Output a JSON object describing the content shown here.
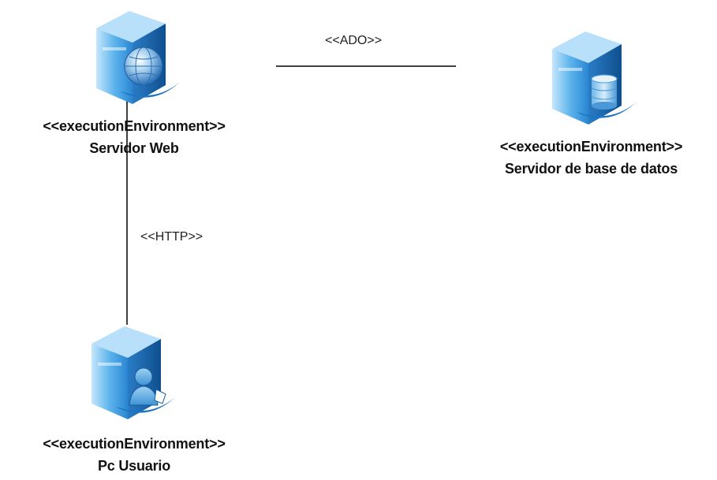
{
  "nodes": {
    "web_server": {
      "stereotype": "<<executionEnvironment>>",
      "name": "Servidor Web",
      "icon": "web-server-globe-icon"
    },
    "db_server": {
      "stereotype": "<<executionEnvironment>>",
      "name": "Servidor de base de datos",
      "icon": "database-server-icon"
    },
    "pc_user": {
      "stereotype": "<<executionEnvironment>>",
      "name": "Pc Usuario",
      "icon": "user-pc-icon"
    }
  },
  "connections": {
    "ado": {
      "label": "<<ADO>>"
    },
    "http": {
      "label": "<<HTTP>>"
    }
  },
  "colors": {
    "server_light": "#8fcdf5",
    "server_mid": "#3f9fe0",
    "server_dark": "#1c6fb8",
    "line": "#000000"
  }
}
